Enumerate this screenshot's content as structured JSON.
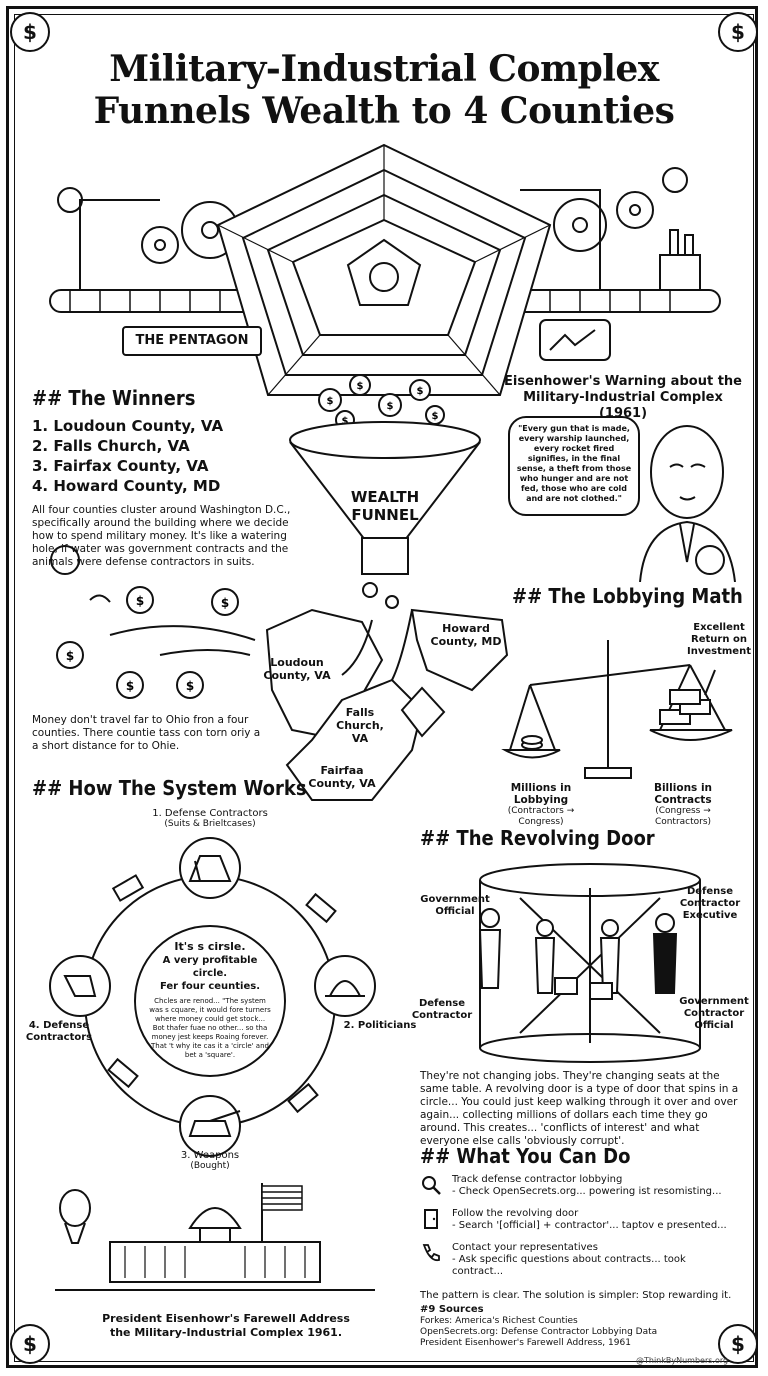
{
  "header": {
    "title_line1": "Military-Industrial Complex",
    "title_line2": "Funnels Wealth to 4 Counties"
  },
  "hero": {
    "pentagon_label": "THE PENTAGON",
    "funnel_label_line1": "WEALTH",
    "funnel_label_line2": "FUNNEL"
  },
  "winners": {
    "heading": "## The Winners",
    "items": [
      "1. Loudoun County, VA",
      "2. Falls Church, VA",
      "3. Fairfax County, VA",
      "4. Howard County, MD"
    ],
    "body": "All four counties cluster around Washington D.C., specifically around the building where we decide how to spend military money. It's like a watering hole, if water was government contracts and the animals were defense contractors in suits."
  },
  "eisenhower": {
    "heading_line1": "Eisenhower's Warning about the",
    "heading_line2": "Military-Industrial Complex (1961)",
    "quote": "\"Every gun that is made, every warship launched, every rocket fired signifies, in the final sense, a theft from those who hunger and are not fed, those who are cold and are not clothed.\""
  },
  "map": {
    "loudoun": "Loudoun County, VA",
    "falls_church": "Falls Church, VA",
    "fairfax": "Fairfaa County, VA",
    "howard": "Howard County, MD",
    "caption": "Money don't travel far to Ohio fron a four counties. There countie tass con torn oriy a a short distance for to Ohie."
  },
  "lobbying": {
    "heading": "## The Lobbying Math",
    "roi": "Excellent Return on Investment",
    "left_label": "Millions in Lobbying",
    "left_sub": "(Contractors → Congress)",
    "right_label": "Billions in Contracts",
    "right_sub": "(Congress → Contractors)"
  },
  "system": {
    "heading": "## How The System Works",
    "node1_title": "1. Defense Contractors",
    "node1_sub": "(Suits & Brieltcases)",
    "node2": "2. Politicians",
    "node3_title": "3. Weapons",
    "node3_sub": "(Bought)",
    "node4": "4. Defense Contractors",
    "center_line1": "It's s cirsle.",
    "center_line2": "A very profitable circle.",
    "center_line3": "Fer four ceunties.",
    "center_body": "Chcles are renod... \"The system was s cquare, it would fore turners where money could get stock... Bot thafer fuae no other... so tha money jest keeps Roaing forever. That 't why ite cas it a 'circle' and bet a 'square'."
  },
  "revolving": {
    "heading": "## The Revolving Door",
    "gov_official": "Government Official",
    "defense_exec": "Defense Contractor Executive",
    "defense_contractor": "Defense Contractor",
    "gov_contractor": "Government Contractor Official",
    "body": "They're not changing jobs. They're changing seats at the same table. A revolving door is a type of door that spins in a circle... You could just keep walking through it over and over again... collecting millions of dollars each time they go around. This creates... 'conflicts of interest' and what everyone else calls 'obviously corrupt'."
  },
  "actions": {
    "heading": "## What You Can Do",
    "items": [
      {
        "icon": "magnifier-icon",
        "title": "Track defense contractor lobbying",
        "sub": "- Check OpenSecrets.org... powering ist resomisting..."
      },
      {
        "icon": "door-icon",
        "title": "Follow the revolving door",
        "sub": "- Search '[official] + contractor'... taptov e presented..."
      },
      {
        "icon": "phone-icon",
        "title": "Contact your representatives",
        "sub": "- Ask specific questions about contracts... took contract..."
      }
    ],
    "closing": "The pattern is clear. The solution is simpler: Stop rewarding it."
  },
  "sources": {
    "heading": "#9 Sources",
    "items": [
      "Forkes: America's Richest Counties",
      "OpenSecrets.org: Defense Contractor Lobbying Data",
      "President Eisenhower's Farewell Address, 1961"
    ]
  },
  "footer": {
    "caption_line1": "President Eisenhowr's Farewell Address",
    "caption_line2": "the Military-Industrial Complex 1961.",
    "watermark": "@ThinkByNumbers.org"
  }
}
